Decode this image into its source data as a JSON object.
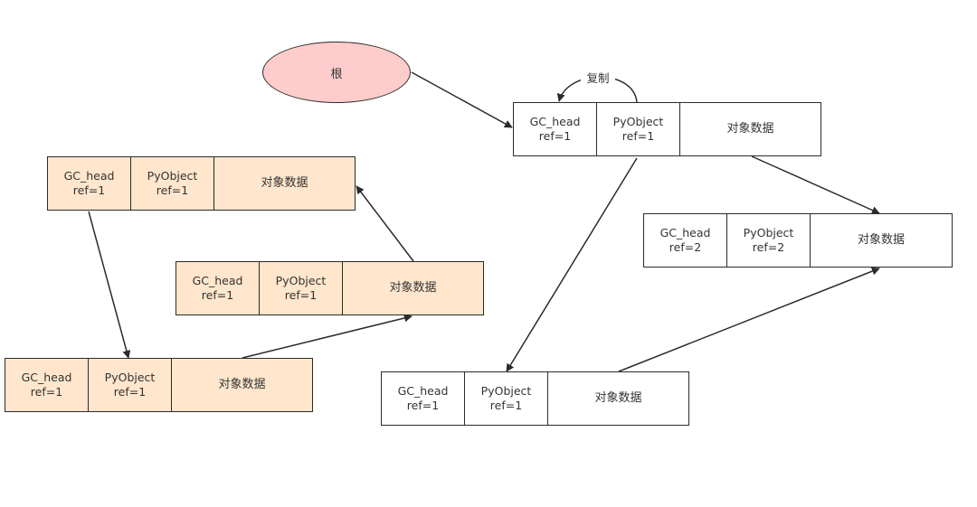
{
  "root": {
    "label": "根"
  },
  "self_copy": {
    "label": "复制"
  },
  "objects": [
    {
      "head": "GC_head",
      "head_ref": "ref=1",
      "pyobj": "PyObject",
      "pyobj_ref": "ref=1",
      "data": "对象数据",
      "status": "live"
    },
    {
      "head": "GC_head",
      "head_ref": "ref=2",
      "pyobj": "PyObject",
      "pyobj_ref": "ref=2",
      "data": "对象数据",
      "status": "live"
    },
    {
      "head": "GC_head",
      "head_ref": "ref=1",
      "pyobj": "PyObject",
      "pyobj_ref": "ref=1",
      "data": "对象数据",
      "status": "live"
    },
    {
      "head": "GC_head",
      "head_ref": "ref=1",
      "pyobj": "PyObject",
      "pyobj_ref": "ref=1",
      "data": "对象数据",
      "status": "garbage"
    },
    {
      "head": "GC_head",
      "head_ref": "ref=1",
      "pyobj": "PyObject",
      "pyobj_ref": "ref=1",
      "data": "对象数据",
      "status": "garbage"
    },
    {
      "head": "GC_head",
      "head_ref": "ref=1",
      "pyobj": "PyObject",
      "pyobj_ref": "ref=1",
      "data": "对象数据",
      "status": "garbage"
    }
  ],
  "colors": {
    "root_fill": "#ffcccc",
    "garbage_fill": "#ffe6cc",
    "live_fill": "#ffffff",
    "stroke": "#2b2b2b"
  }
}
